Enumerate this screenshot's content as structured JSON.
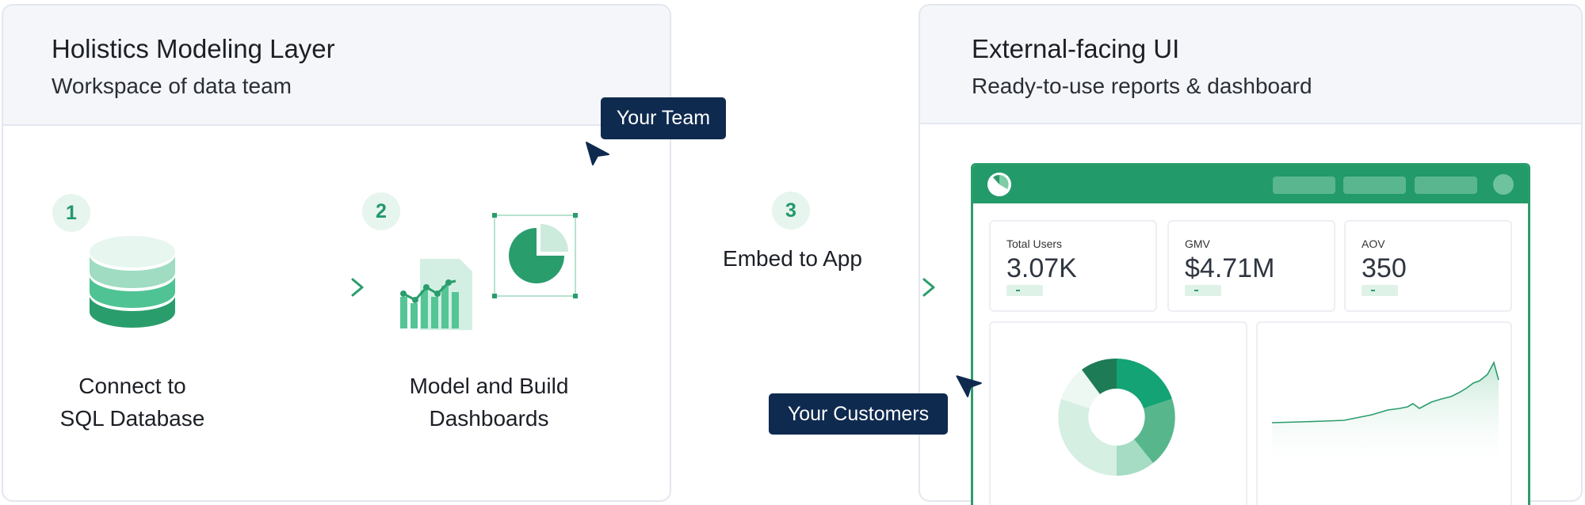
{
  "left_panel": {
    "title": "Holistics Modeling Layer",
    "subtitle": "Workspace of data team"
  },
  "right_panel": {
    "title": "External-facing UI",
    "subtitle": "Ready-to-use reports & dashboard"
  },
  "steps": [
    {
      "number": "1",
      "label_line1": "Connect to",
      "label_line2": "SQL Database",
      "icon": "database-icon"
    },
    {
      "number": "2",
      "label_line1": "Model and Build",
      "label_line2": "Dashboards",
      "icon": "dashboard-build-icon"
    },
    {
      "number": "3",
      "label": "Embed to App"
    }
  ],
  "callouts": {
    "team": "Your Team",
    "customers": "Your Customers"
  },
  "dashboard": {
    "kpis": [
      {
        "label": "Total Users",
        "value": "3.07K"
      },
      {
        "label": "GMV",
        "value": "$4.71M"
      },
      {
        "label": "AOV",
        "value": "350"
      }
    ]
  },
  "colors": {
    "brand_green": "#229a6a",
    "callout_navy": "#0f2a4f",
    "badge_bg": "#e6f5ee"
  }
}
